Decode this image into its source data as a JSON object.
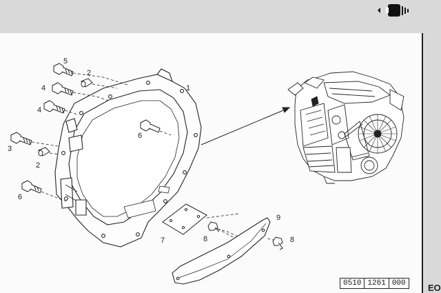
{
  "callouts": {
    "c1": "1",
    "c2a": "2",
    "c2b": "2",
    "c3": "3",
    "c4a": "4",
    "c4b": "4",
    "c5": "5",
    "c6a": "6",
    "c6b": "6",
    "c7": "7",
    "c8a": "8",
    "c8b": "8",
    "c9": "9"
  },
  "reference": [
    "0510",
    "1261",
    "000"
  ],
  "corner_text": "EO",
  "icon": "engine-sound-icon"
}
